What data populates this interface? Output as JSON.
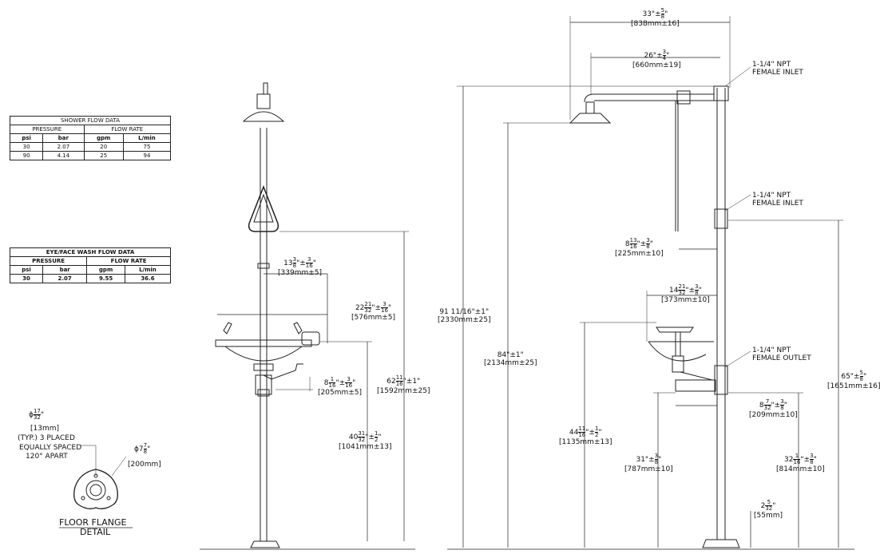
{
  "shower_table": {
    "title": "SHOWER FLOW DATA",
    "pressure": "PRESSURE",
    "flow_rate": "FLOW RATE",
    "cols": [
      "psi",
      "bar",
      "gpm",
      "L/min"
    ],
    "rows": [
      [
        "30",
        "2.07",
        "20",
        "75"
      ],
      [
        "90",
        "4.14",
        "25",
        "94"
      ]
    ]
  },
  "eyewash_table": {
    "title": "EYE/FACE WASH FLOW DATA",
    "pressure": "PRESSURE",
    "flow_rate": "FLOW RATE",
    "cols": [
      "psi",
      "bar",
      "gpm",
      "L/min"
    ],
    "rows": [
      [
        "30",
        "2.07",
        "9.55",
        "36.6"
      ]
    ]
  },
  "flange": {
    "hole_dia_prefix": "ϕ",
    "hole_dia_num": "17",
    "hole_dia_den": "32",
    "hole_dia_unit": "\"",
    "hole_mm": "[13mm]",
    "note1": "(TYP.) 3 PLACED",
    "note2": "EQUALLY SPACED",
    "note3": "120° APART",
    "dia_prefix": "ϕ7",
    "dia_num": "7",
    "dia_den": "8",
    "dia_mm": "[200mm]",
    "title1": "FLOOR FLANGE",
    "title2": "DETAIL"
  },
  "front": {
    "d1_whole": "13",
    "d1_num": "3",
    "d1_den": "8",
    "d1_tol": "\"±",
    "d1_tnum": "3",
    "d1_tden": "16",
    "d1_mm": "[339mm±5]",
    "d2_whole": "22",
    "d2_num": "21",
    "d2_den": "32",
    "d2_tnum": "3",
    "d2_tden": "16",
    "d2_mm": "[576mm±5]",
    "d3_whole": "8",
    "d3_num": "1",
    "d3_den": "16",
    "d3_tnum": "3",
    "d3_tden": "16",
    "d3_mm": "[205mm±5]",
    "d4_whole": "40",
    "d4_num": "31",
    "d4_den": "32",
    "d4_tnum": "1",
    "d4_tden": "2",
    "d4_mm": "[1041mm±13]",
    "d5_whole": "62",
    "d5_num": "11",
    "d5_den": "16",
    "d5_tol": "\"±1\"",
    "d5_mm": "[1592mm±25]"
  },
  "side": {
    "top_whole": "33\"±",
    "top_num": "5",
    "top_den": "8",
    "top_mm": "[838mm±16]",
    "arm_whole": "26\"±",
    "arm_num": "3",
    "arm_den": "4",
    "arm_mm": "[660mm±19]",
    "inlet1_a": "1-1/4\" NPT",
    "inlet1_b": "FEMALE INLET",
    "inlet2_a": "1-1/4\" NPT",
    "inlet2_b": "FEMALE INLET",
    "outlet_a": "1-1/4\" NPT",
    "outlet_b": "FEMALE OUTLET",
    "total": "91 11/16\"±1\"",
    "total_mm": "[2330mm±25]",
    "head": "84\"±1\"",
    "head_mm": "[2134mm±25]",
    "rod_whole": "8",
    "rod_num": "13",
    "rod_den": "16",
    "rod_tnum": "3",
    "rod_tden": "8",
    "rod_mm": "[225mm±10]",
    "bowl_whole": "14",
    "bowl_num": "21",
    "bowl_den": "32",
    "bowl_tnum": "3",
    "bowl_tden": "8",
    "bowl_mm": "[373mm±10]",
    "ew_whole": "44",
    "ew_num": "11",
    "ew_den": "16",
    "ew_tnum": "1",
    "ew_tden": "2",
    "ew_mm": "[1135mm±13]",
    "ew2_whole": "8",
    "ew2_num": "7",
    "ew2_den": "32",
    "ew2_tnum": "3",
    "ew2_tden": "8",
    "ew2_mm": "[209mm±10]",
    "d31_whole": "31\"±",
    "d31_num": "3",
    "d31_den": "8",
    "d31_mm": "[787mm±10]",
    "d32_whole": "32",
    "d32_num": "1",
    "d32_den": "16",
    "d32_tnum": "3",
    "d32_tden": "8",
    "d32_mm": "[814mm±10]",
    "d65_whole": "65\"±",
    "d65_num": "5",
    "d65_den": "8",
    "d65_mm": "[1651mm±16]",
    "d2_whole": "2",
    "d2_num": "5",
    "d2_den": "32",
    "d2_mm": "[55mm]"
  }
}
